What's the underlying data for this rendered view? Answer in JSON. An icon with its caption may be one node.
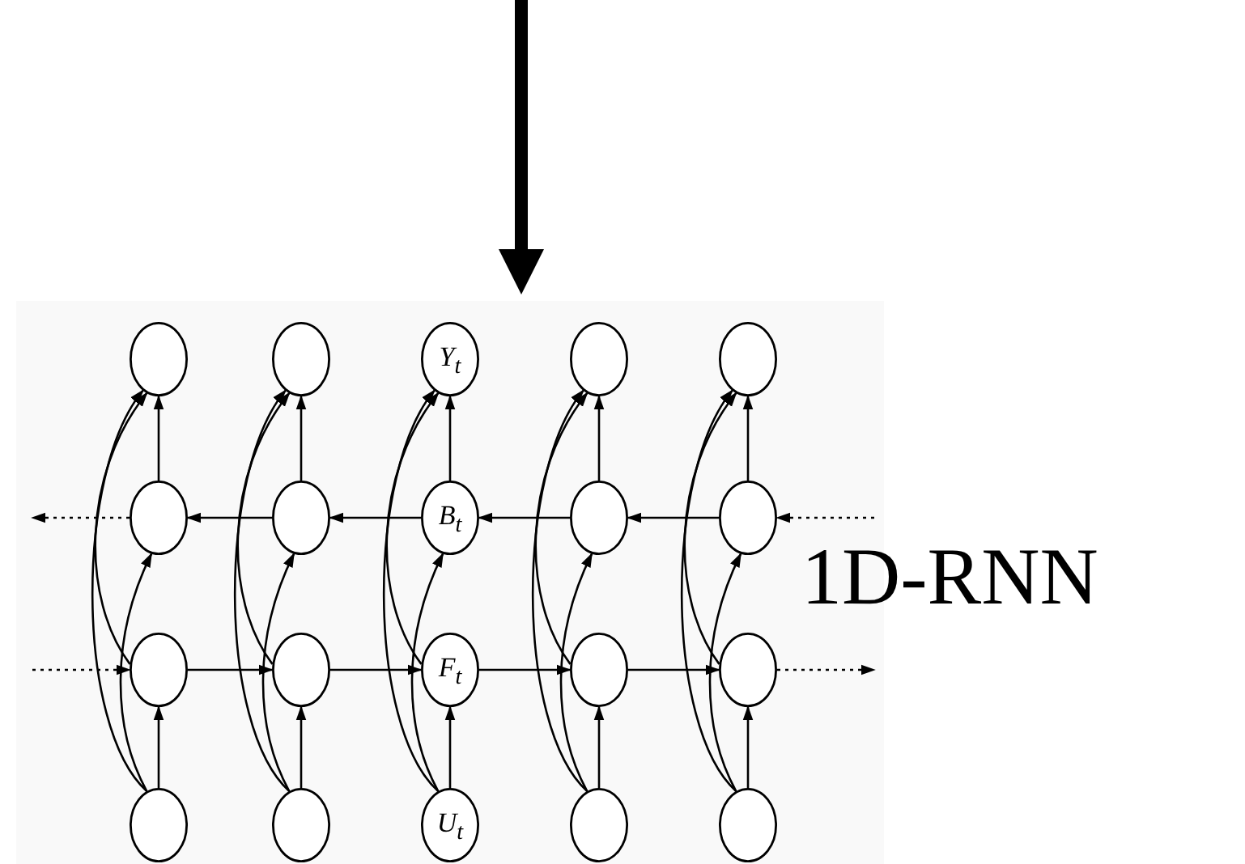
{
  "diagram": {
    "nodes": [
      {
        "text": [],
        "shape": "circle"
      },
      {
        "text": [],
        "shape": "circle"
      },
      {
        "text": [
          "Y$_{t}$"
        ]
      },
      {
        "text": [],
        "shape": "circle"
      },
      {
        "text": [],
        "shape": "circle"
      },
      {
        "text": [],
        "shape": "circle"
      },
      {
        "text": [],
        "shape": "circle"
      },
      {
        "text": [
          "B$_{t}$"
        ]
      },
      {
        "text": [],
        "shape": "circle"
      },
      {
        "text": [],
        "shape": "circle"
      },
      {
        "text": [],
        "shape": "circle"
      },
      {
        "text": [],
        "shape": "circle"
      },
      {
        "text": [
          "F$_{t}$"
        ]
      },
      {
        "text": [],
        "shape": "circle"
      },
      {
        "text": [],
        "shape": "circle"
      },
      {
        "text": [],
        "shape": "circle"
      },
      {
        "text": [],
        "shape": "circle"
      },
      {
        "text": [
          "U$_{t}$"
        ]
      },
      {
        "text": [],
        "shape": "circle"
      },
      {
        "text": [],
        "shape": "circle"
      }
    ],
    "edges": [
      {
        "from": 15,
        "to": 10,
        "arrow": "to"
      },
      {
        "from": 15,
        "to": 5,
        "arrow": "to"
      },
      {
        "from": 15,
        "to": 0,
        "arrow": "to"
      },
      {
        "from": 10,
        "to": 0,
        "arrow": "to"
      },
      {
        "from": 5,
        "to": 0,
        "arrow": "to"
      },
      {
        "from": 16,
        "to": 11,
        "arrow": "to"
      },
      {
        "from": 16,
        "to": 6,
        "arrow": "to"
      },
      {
        "from": 16,
        "to": 1,
        "arrow": "to"
      },
      {
        "from": 11,
        "to": 1,
        "arrow": "to"
      },
      {
        "from": 6,
        "to": 1,
        "arrow": "to"
      },
      {
        "from": 17,
        "to": 12,
        "arrow": "to"
      },
      {
        "from": 17,
        "to": 7,
        "arrow": "to"
      },
      {
        "from": 17,
        "to": 2,
        "arrow": "to"
      },
      {
        "from": 12,
        "to": 2,
        "arrow": "to"
      },
      {
        "from": 7,
        "to": 2,
        "arrow": "to"
      },
      {
        "from": 18,
        "to": 13,
        "arrow": "to"
      },
      {
        "from": 18,
        "to": 8,
        "arrow": "to"
      },
      {
        "from": 18,
        "to": 3,
        "arrow": "to"
      },
      {
        "from": 13,
        "to": 3,
        "arrow": "to"
      },
      {
        "from": 8,
        "to": 3,
        "arrow": "to"
      },
      {
        "from": 19,
        "to": 14,
        "arrow": "to"
      },
      {
        "from": 19,
        "to": 9,
        "arrow": "to"
      },
      {
        "from": 19,
        "to": 4,
        "arrow": "to"
      },
      {
        "from": 14,
        "to": 4,
        "arrow": "to"
      },
      {
        "from": 9,
        "to": 4,
        "arrow": "to"
      },
      {
        "from": 10,
        "to": 11,
        "arrow": "to"
      },
      {
        "from": 11,
        "to": 12,
        "arrow": "to"
      },
      {
        "from": 12,
        "to": 13,
        "arrow": "to"
      },
      {
        "from": 13,
        "to": 14,
        "arrow": "to"
      },
      {
        "from": 9,
        "to": 8,
        "arrow": "to"
      },
      {
        "from": 8,
        "to": 7,
        "arrow": "to"
      },
      {
        "from": 7,
        "to": 6,
        "arrow": "to"
      },
      {
        "from": 6,
        "to": 5,
        "arrow": "to"
      },
      {
        "from": 5,
        "to": null,
        "arrow": "to",
        "style": "dashed"
      },
      {
        "from": null,
        "to": 10,
        "arrow": "to",
        "style": "dashed"
      },
      {
        "from": null,
        "to": 9,
        "arrow": "to",
        "style": "dashed"
      },
      {
        "from": 14,
        "to": null,
        "arrow": "to",
        "style": "dashed"
      }
    ],
    "labels": [
      "1D-RNN"
    ]
  }
}
